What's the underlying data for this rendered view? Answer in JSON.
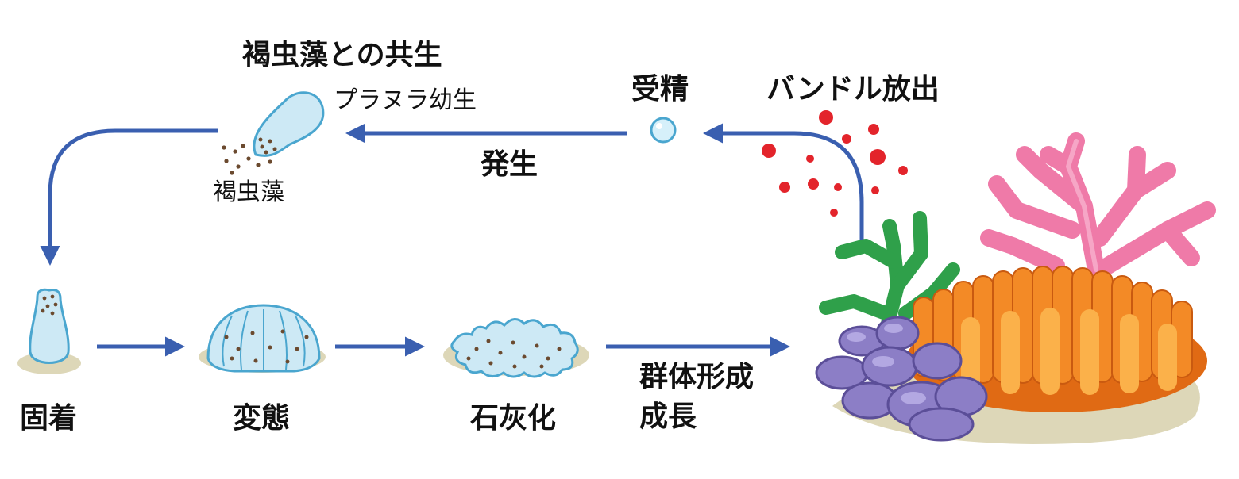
{
  "labels": {
    "symbiosis": "褐虫藻との共生",
    "planula": "プラヌラ幼生",
    "zooxanthellae": "褐虫藻",
    "fertilization": "受精",
    "bundle_release": "バンドル放出",
    "development": "発生",
    "attachment": "固着",
    "metamorphosis": "変態",
    "calcification": "石灰化",
    "colony_formation": "群体形成",
    "growth": "成長"
  },
  "colors": {
    "arrow": "#3a5fb0",
    "larva_fill": "#cde9f5",
    "larva_stroke": "#4aa6cf",
    "sand": "#ddd7b8",
    "algae_dot": "#6b4a2f",
    "bundle": "#e3242b",
    "pink_coral": "#ef7aa8",
    "green_coral": "#2fa04a",
    "orange_coral": "#f38a26",
    "purple_coral": "#8c7ec6"
  },
  "icons": [
    "arrow-icon",
    "larva-icon",
    "egg-icon",
    "coral-reef-icon"
  ]
}
